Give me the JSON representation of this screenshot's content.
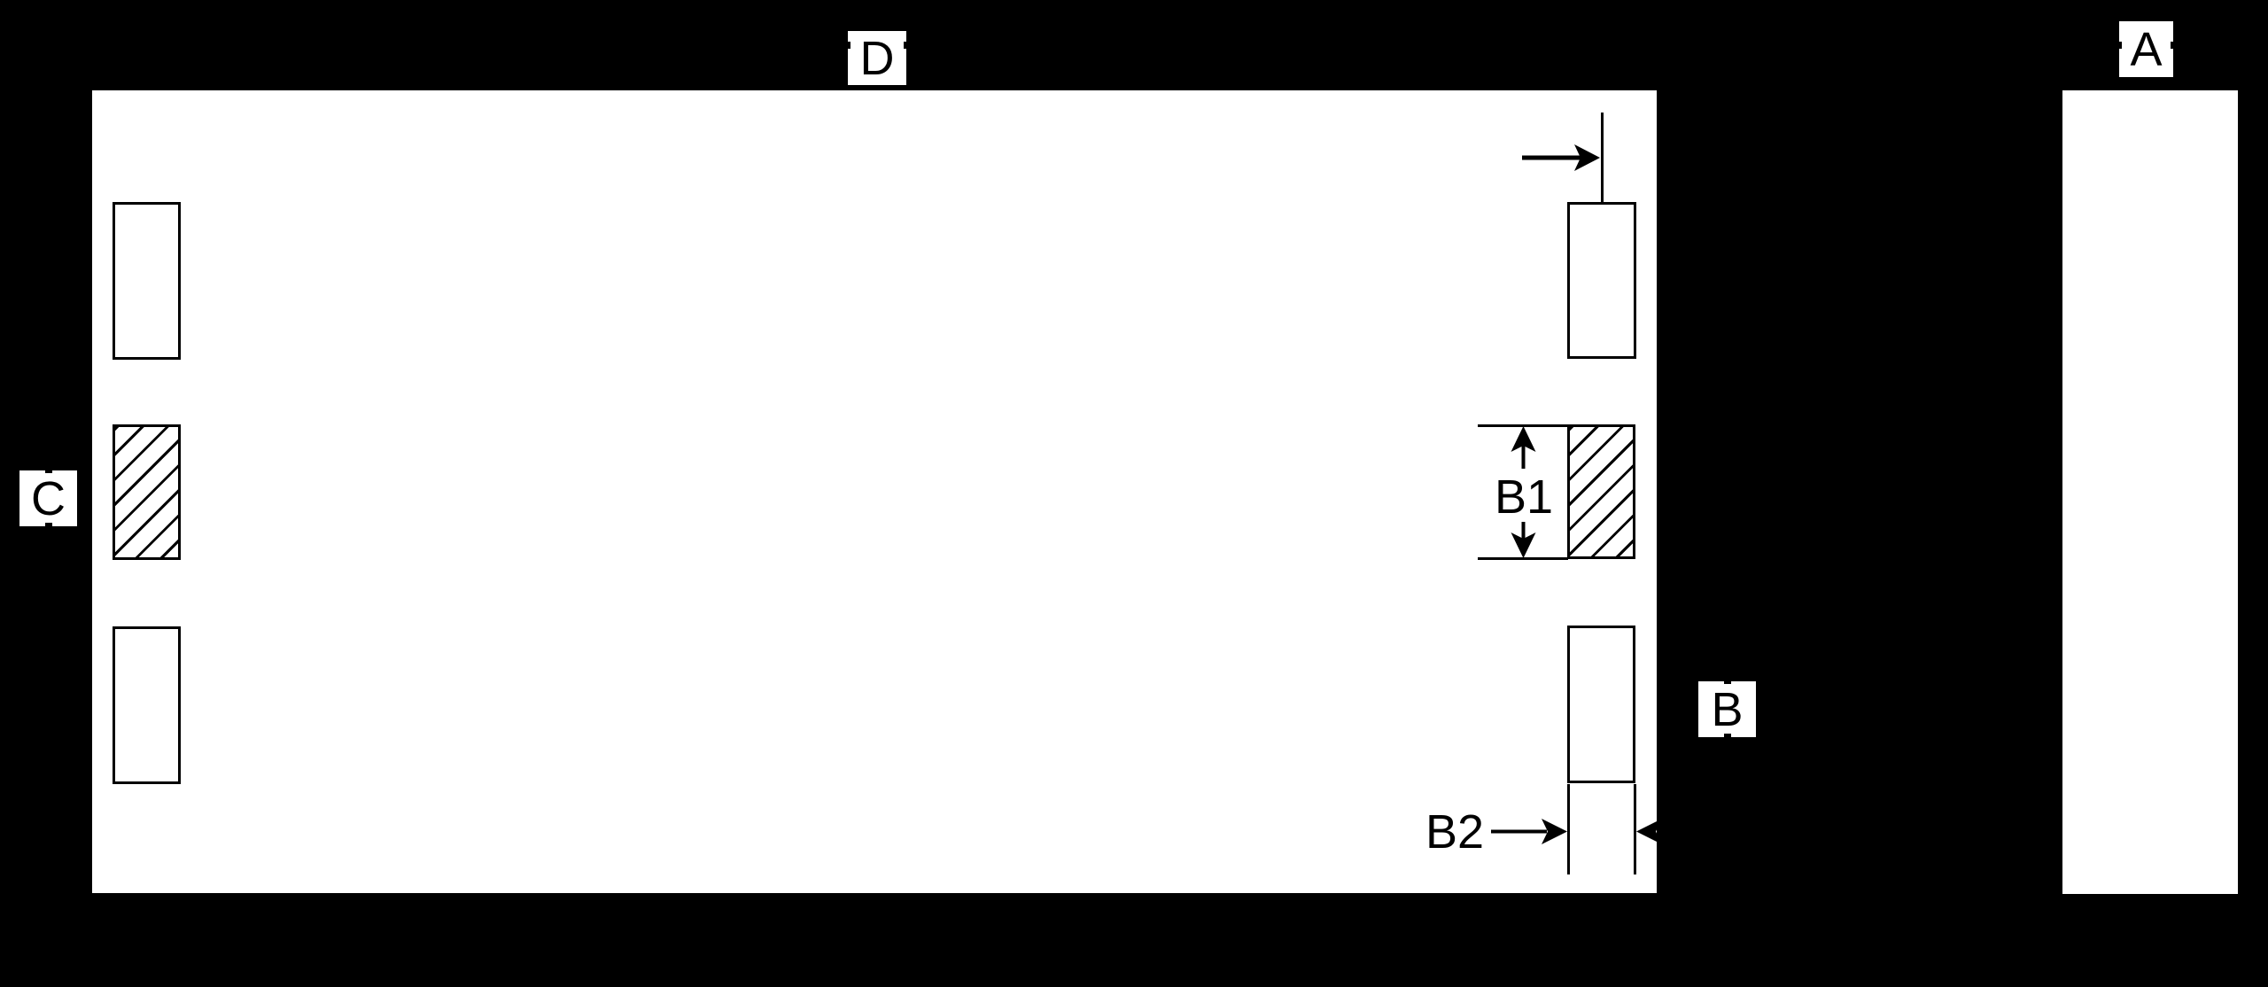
{
  "colors": {
    "background": "#000000",
    "drawing_fill": "#ffffff",
    "ink": "#000000"
  },
  "diagram": {
    "labels": {
      "a": "A",
      "b": "B",
      "c": "C",
      "d": "D"
    },
    "dimensions": {
      "b1": "B1",
      "b2": "B2"
    }
  }
}
